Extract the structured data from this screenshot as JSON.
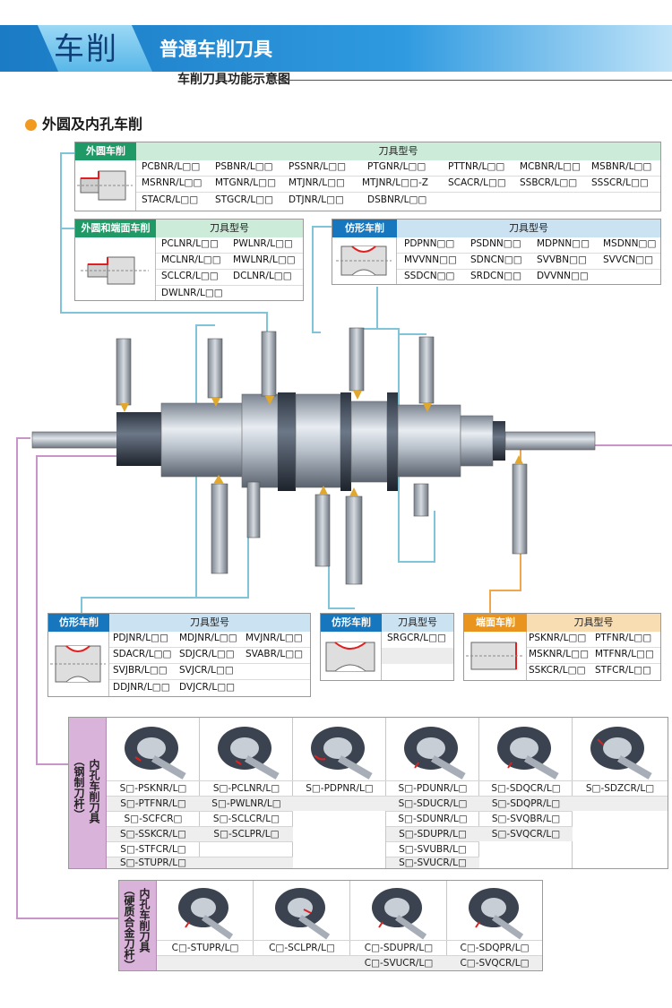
{
  "header": {
    "tab": "车削",
    "title": "普通车削刀具",
    "subtitle": "车削刀具功能示意图"
  },
  "section": {
    "title": "外圆及内孔车削"
  },
  "colors": {
    "accent": "#1b7bc5",
    "green": "#1f9a67",
    "blue": "#1677be",
    "orange": "#e8941e",
    "purple": "#d9b3d9"
  },
  "tables": {
    "outer": {
      "category": "外圆车削",
      "header": "刀具型号",
      "rows": [
        [
          "PCBNR/L□□",
          "PSBNR/L□□",
          "PSSNR/L□□",
          "PTGNR/L□□",
          "PTTNR/L□□",
          "MCBNR/L□□",
          "MSBNR/L□□"
        ],
        [
          "MSRNR/L□□",
          "MTGNR/L□□",
          "MTJNR/L□□",
          "MTJNR/L□□-Z",
          "SCACR/L□□",
          "SSBCR/L□□",
          "SSSCR/L□□"
        ],
        [
          "STACR/L□□",
          "STGCR/L□□",
          "DTJNR/L□□",
          "DSBNR/L□□"
        ]
      ]
    },
    "outer_face": {
      "category": "外圆和端面车削",
      "header": "刀具型号",
      "rows": [
        [
          "PCLNR/L□□",
          "PWLNR/L□□"
        ],
        [
          "MCLNR/L□□",
          "MWLNR/L□□"
        ],
        [
          "SCLCR/L□□",
          "DCLNR/L□□"
        ],
        [
          "DWLNR/L□□"
        ]
      ]
    },
    "profile_top": {
      "category": "仿形车削",
      "header": "刀具型号",
      "rows": [
        [
          "PDPNN□□",
          "PSDNN□□",
          "MDPNN□□",
          "MSDNN□□"
        ],
        [
          "MVVNN□□",
          "SDNCN□□",
          "SVVBN□□",
          "SVVCN□□"
        ],
        [
          "SSDCN□□",
          "SRDCN□□",
          "DVVNN□□"
        ]
      ]
    },
    "profile_bottom": {
      "category": "仿形车削",
      "header": "刀具型号",
      "rows": [
        [
          "PDJNR/L□□",
          "MDJNR/L□□",
          "MVJNR/L□□"
        ],
        [
          "SDACR/L□□",
          "SDJCR/L□□",
          "SVABR/L□□"
        ],
        [
          "SVJBR/L□□",
          "SVJCR/L□□"
        ],
        [
          "DDJNR/L□□",
          "DVJCR/L□□"
        ]
      ]
    },
    "profile_round": {
      "category": "仿形车削",
      "header": "刀具型号",
      "rows": [
        [
          "SRGCR/L□□"
        ]
      ]
    },
    "face": {
      "category": "端面车削",
      "header": "刀具型号",
      "rows": [
        [
          "PSKNR/L□□",
          "PTFNR/L□□"
        ],
        [
          "MSKNR/L□□",
          "MTFNR/L□□"
        ],
        [
          "SSKCR/L□□",
          "STFCR/L□□"
        ]
      ]
    }
  },
  "boring_steel": {
    "side_main": "内孔车削刀具",
    "side_sub": "（钢制刀杆）",
    "columns": [
      [
        "S□-PSKNR/L□",
        "S□-PTFNR/L□",
        "S□-SCFCR□",
        "S□-SSKCR/L□",
        "S□-STFCR/L□",
        "S□-STUPR/L□"
      ],
      [
        "S□-PCLNR/L□",
        "S□-PWLNR/L□",
        "S□-SCLCR/L□",
        "S□-SCLPR/L□"
      ],
      [
        "S□-PDPNR/L□"
      ],
      [
        "S□-PDUNR/L□",
        "S□-SDUCR/L□",
        "S□-SDUNR/L□",
        "S□-SDUPR/L□",
        "S□-SVUBR/L□",
        "S□-SVUCR/L□"
      ],
      [
        "S□-SDQCR/L□",
        "S□-SDQPR/L□",
        "S□-SVQBR/L□",
        "S□-SVQCR/L□"
      ],
      [
        "S□-SDZCR/L□"
      ]
    ]
  },
  "boring_carbide": {
    "side_main": "内孔车削刀具",
    "side_sub": "（硬质合金刀杆）",
    "columns": [
      [
        "C□-STUPR/L□"
      ],
      [
        "C□-SCLPR/L□"
      ],
      [
        "C□-SDUPR/L□",
        "C□-SVUCR/L□"
      ],
      [
        "C□-SDQPR/L□",
        "C□-SVQCR/L□"
      ]
    ]
  }
}
